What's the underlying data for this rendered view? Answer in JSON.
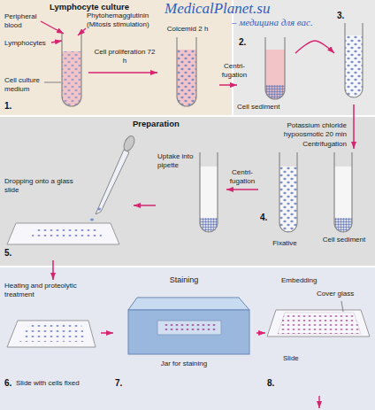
{
  "diagram": {
    "nodes": [
      {
        "text": [
          "Lymphocyte culture"
        ]
      },
      {
        "text": [
          "Peripheral blood",
          "Lymphocytes",
          "Cell culture medium",
          "1."
        ],
        "in": 0
      },
      {
        "text": [
          "Colcemid 2 h"
        ],
        "in": 0
      },
      {
        "text": [
          "Cell sediment",
          "2."
        ]
      },
      {
        "text": [
          "3."
        ]
      },
      {
        "text": [
          "Preparation"
        ]
      },
      {
        "text": [
          "Cell sediment"
        ],
        "in": 5
      },
      {
        "text": [
          "Fixative",
          "4."
        ],
        "in": 5
      },
      {
        "text": [
          "Uptake into pipette"
        ],
        "in": 5
      },
      {
        "text": [
          "Dropping onto a glass slide",
          "5."
        ],
        "in": 5
      },
      {
        "text": [
          "Heating and proteolytic treatment",
          "Slide with cells fixed",
          "6."
        ]
      },
      {
        "text": [
          "Staining",
          "Jar for staining",
          "7."
        ]
      },
      {
        "text": [
          "Embedding",
          "Cover glass",
          "Slide",
          "8."
        ]
      }
    ],
    "edges": [
      {
        "from": 1,
        "to": 2,
        "arrow": "to",
        "label": "Cell proliferation 72 h"
      },
      {
        "from": 2,
        "to": 3,
        "arrow": "to",
        "label": "Centri- fugation"
      },
      {
        "from": 3,
        "to": 4,
        "arrow": "to"
      },
      {
        "from": 4,
        "to": 6,
        "arrow": "to",
        "label": "Potassium chloride hypoosmotic 20 min"
      },
      {
        "from": 7,
        "to": 8,
        "arrow": "to",
        "label": "Centri- fugation"
      },
      {
        "from": 8,
        "to": 9,
        "arrow": "to"
      },
      {
        "from": 9,
        "to": 10,
        "arrow": "to"
      },
      {
        "from": 10,
        "to": 11,
        "arrow": "to"
      },
      {
        "from": 11,
        "to": 12,
        "arrow": "to"
      }
    ],
    "labels": [
      "MedicalPlanet.su",
      "– медицина для вас.",
      "Phytohemagglutinin (Mitosis stimulation)",
      "Centrifugation"
    ]
  }
}
